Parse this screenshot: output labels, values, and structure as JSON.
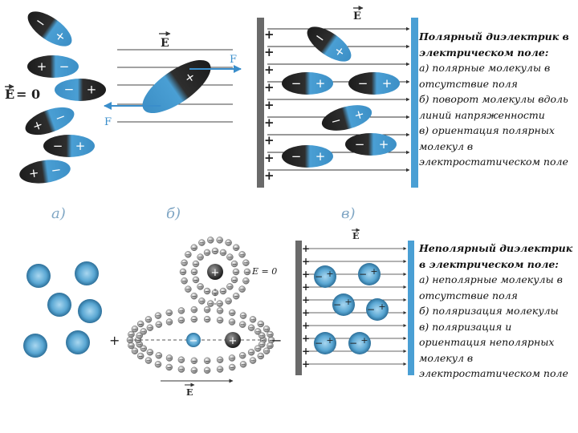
{
  "polar_caption": {
    "title_lines": [
      "Полярный диэлектрик в",
      "электрическом поле:"
    ],
    "lines": [
      "а) полярные молекулы в",
      "отсутствие поля",
      "б) поворот молекулы вдоль",
      "линий напряженности",
      "в) ориентация полярных",
      "молекул в",
      "электростатическом поле"
    ]
  },
  "nonpolar_caption": {
    "title_lines": [
      "Неполярный диэлектрик",
      "в электрическом поле:"
    ],
    "lines": [
      "а) неполярные молекулы в",
      "отсутствие поля",
      "б) поляризация молекулы",
      "в) поляризация и",
      "ориентация неполярных",
      "молекул в",
      "электростатическом поле"
    ]
  },
  "panel_labels": [
    "а)",
    "б)",
    "в)"
  ],
  "symbols": {
    "e_vector": "E",
    "f_vector": "F",
    "e_zero_left": "= 0",
    "e_zero_right": "E = 0",
    "plus": "+",
    "minus": "−"
  },
  "colors": {
    "molecule_blue": "#4a9fd4",
    "molecule_dark": "#1f1f1f",
    "plate": "#666666",
    "plate_blue": "#4a9fd4",
    "field_arrow": "#3a8ecb",
    "panel_label": "#7fa6c4"
  }
}
